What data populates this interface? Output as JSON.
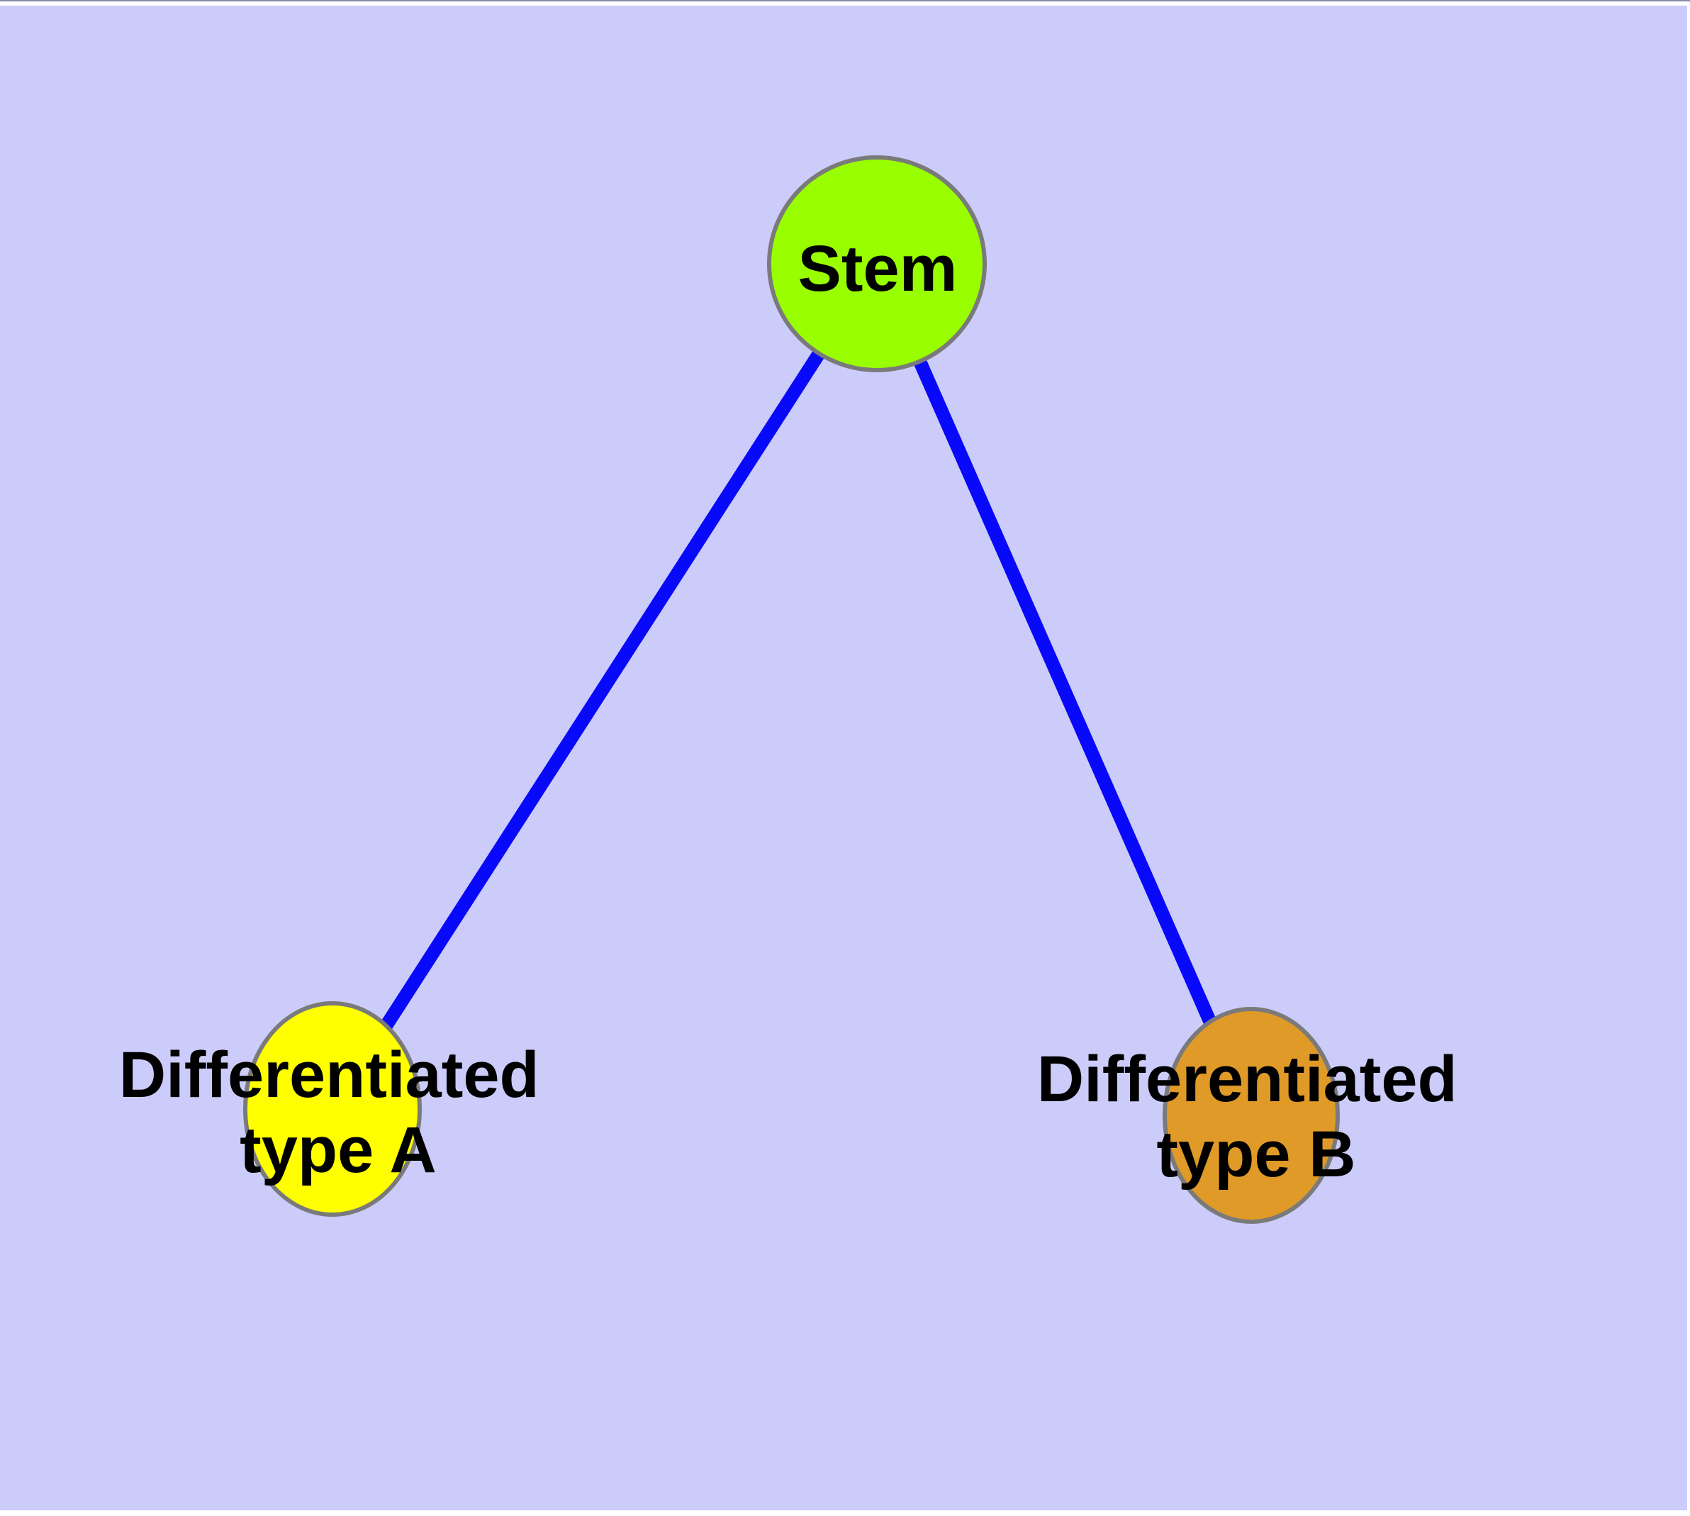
{
  "canvas": {
    "background": "#FFFFFF",
    "panel_color": "#CCCCFA",
    "top_border_color": "#8A8AA8"
  },
  "diagram": {
    "type": "node-link-graph",
    "text_color": "#000000",
    "nodes": [
      {
        "id": "stem",
        "label": "Stem",
        "fill": "#99FE00",
        "border": "#7A7A7A"
      },
      {
        "id": "differentiated-type-a",
        "label_line1": "Differentiated",
        "label_line2": "type A",
        "fill": "#FFFF00",
        "border": "#7A7A7A"
      },
      {
        "id": "differentiated-type-b",
        "label_line1": "Differentiated",
        "label_line2": "type B",
        "fill": "#E09A28",
        "border": "#7A7A7A"
      }
    ],
    "edges": [
      {
        "from": "stem",
        "to": "differentiated-type-a",
        "color": "#0808FB"
      },
      {
        "from": "stem",
        "to": "differentiated-type-b",
        "color": "#0808FB"
      }
    ]
  }
}
